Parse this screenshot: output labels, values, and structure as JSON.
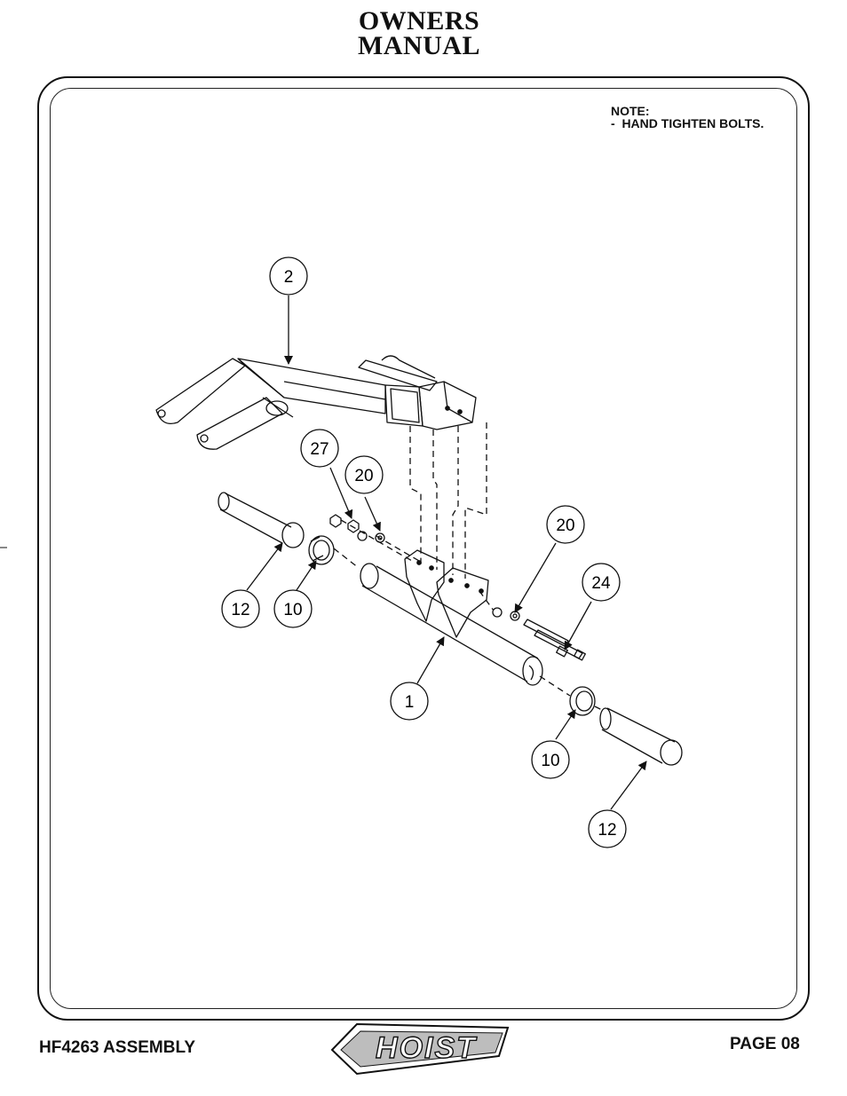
{
  "header": {
    "title_line1": "OWNERS",
    "title_line2": "MANUAL"
  },
  "note": {
    "line1": "NOTE:",
    "line2": "-  HAND TIGHTEN BOLTS."
  },
  "callouts": [
    {
      "id": "callout-2",
      "label": "2"
    },
    {
      "id": "callout-27",
      "label": "27"
    },
    {
      "id": "callout-20-left",
      "label": "20"
    },
    {
      "id": "callout-20-right",
      "label": "20"
    },
    {
      "id": "callout-24",
      "label": "24"
    },
    {
      "id": "callout-12-left",
      "label": "12"
    },
    {
      "id": "callout-10-left",
      "label": "10"
    },
    {
      "id": "callout-1",
      "label": "1"
    },
    {
      "id": "callout-10-right",
      "label": "10"
    },
    {
      "id": "callout-12-right",
      "label": "12"
    }
  ],
  "footer": {
    "left": "HF4263 ASSEMBLY",
    "right": "PAGE 08",
    "logo_text": "HOIST"
  }
}
